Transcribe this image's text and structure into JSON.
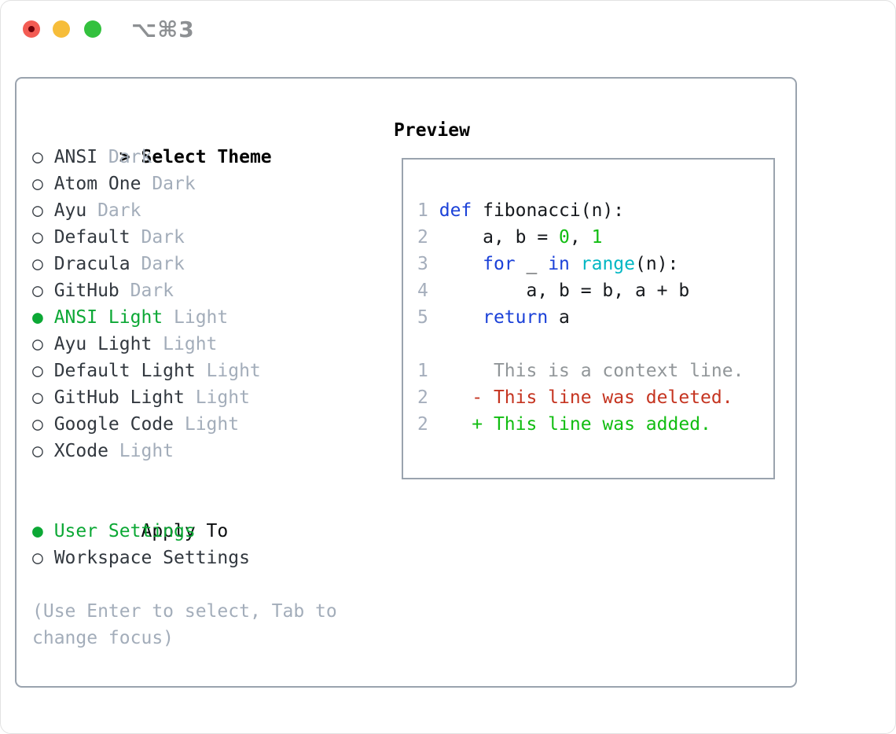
{
  "window": {
    "shortcut_label": "⌥⌘3"
  },
  "colors": {
    "accent_green": "#0ca835",
    "keyword_blue": "#1b41d8",
    "function_cyan": "#00b7c3",
    "number_green": "#11bd11",
    "added_green": "#11bd11",
    "deleted_red": "#c53420",
    "traffic_red": "#f35c54",
    "traffic_red_dot": "#6f0009",
    "traffic_yellow": "#f6bd3a",
    "traffic_green": "#33c13e"
  },
  "select_theme": {
    "prompt_icon": ">",
    "title": "Select Theme",
    "radio_selected_icon": "●",
    "radio_unselected_icon": "○",
    "items": [
      {
        "name": "ANSI",
        "variant": "Dark",
        "selected": false
      },
      {
        "name": "Atom One",
        "variant": "Dark",
        "selected": false
      },
      {
        "name": "Ayu",
        "variant": "Dark",
        "selected": false
      },
      {
        "name": "Default",
        "variant": "Dark",
        "selected": false
      },
      {
        "name": "Dracula",
        "variant": "Dark",
        "selected": false
      },
      {
        "name": "GitHub",
        "variant": "Dark",
        "selected": false
      },
      {
        "name": "ANSI Light",
        "variant": "Light",
        "selected": true
      },
      {
        "name": "Ayu Light",
        "variant": "Light",
        "selected": false
      },
      {
        "name": "Default Light",
        "variant": "Light",
        "selected": false
      },
      {
        "name": "GitHub Light",
        "variant": "Light",
        "selected": false
      },
      {
        "name": "Google Code",
        "variant": "Light",
        "selected": false
      },
      {
        "name": "XCode",
        "variant": "Light",
        "selected": false
      }
    ]
  },
  "apply_to": {
    "title": "Apply To",
    "options": [
      {
        "label": "User Settings",
        "selected": true
      },
      {
        "label": "Workspace Settings",
        "selected": false
      }
    ]
  },
  "hint_lines": [
    "(Use Enter to select, Tab to",
    "change focus)"
  ],
  "preview": {
    "title": "Preview",
    "code_lines": [
      {
        "num": "1",
        "tokens": [
          [
            "plain",
            " "
          ],
          [
            "kw",
            "def"
          ],
          [
            "plain",
            " fibonacci(n):"
          ]
        ]
      },
      {
        "num": "2",
        "tokens": [
          [
            "plain",
            "     a, b = "
          ],
          [
            "num",
            "0"
          ],
          [
            "plain",
            ", "
          ],
          [
            "num",
            "1"
          ]
        ]
      },
      {
        "num": "3",
        "tokens": [
          [
            "plain",
            "     "
          ],
          [
            "kw",
            "for"
          ],
          [
            "plain",
            " _ "
          ],
          [
            "kw",
            "in"
          ],
          [
            "plain",
            " "
          ],
          [
            "fn",
            "range"
          ],
          [
            "plain",
            "(n):"
          ]
        ]
      },
      {
        "num": "4",
        "tokens": [
          [
            "plain",
            "         a, b = b, a + b"
          ]
        ]
      },
      {
        "num": "5",
        "tokens": [
          [
            "plain",
            "     "
          ],
          [
            "kw",
            "return"
          ],
          [
            "plain",
            " a"
          ]
        ]
      }
    ],
    "diff_lines": [
      {
        "num": "1",
        "tokens": [
          [
            "ctx",
            "      This is a context line."
          ]
        ]
      },
      {
        "num": "2",
        "tokens": [
          [
            "del",
            "    - This line was deleted."
          ]
        ]
      },
      {
        "num": "2",
        "tokens": [
          [
            "add",
            "    + This line was added."
          ]
        ]
      }
    ]
  }
}
